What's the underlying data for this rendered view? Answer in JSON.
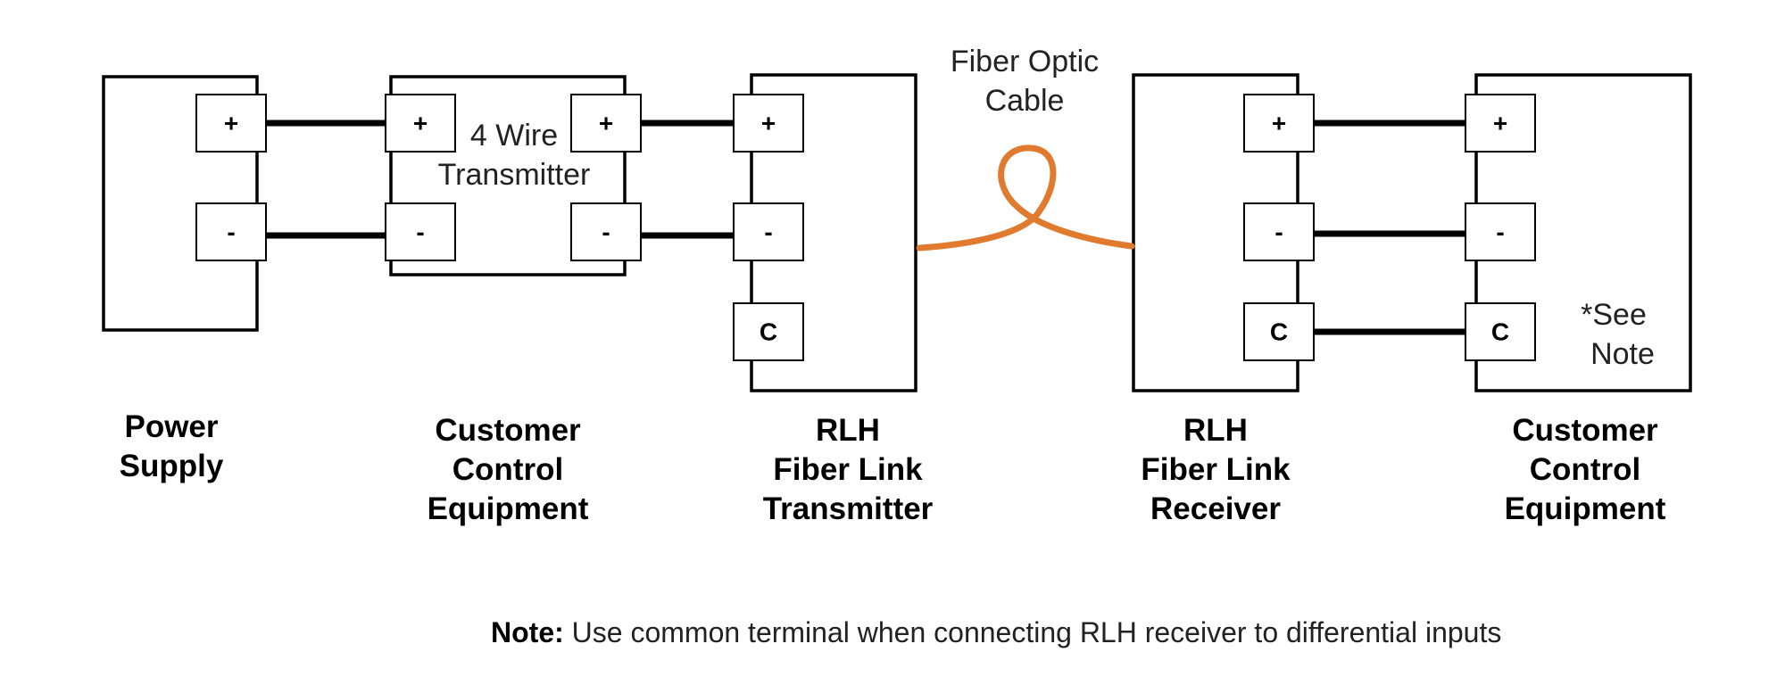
{
  "colors": {
    "fiber": "#E07A2E",
    "line": "#000000",
    "background": "#FFFFFF"
  },
  "fiber_label": [
    "Fiber Optic",
    "Cable"
  ],
  "transmitter_text": [
    "4 Wire",
    "Transmitter"
  ],
  "see_note_text": [
    "*See",
    "Note"
  ],
  "terminals": {
    "plus": "+",
    "minus": "-",
    "common": "C"
  },
  "device_labels": {
    "power_supply": [
      "Power",
      "Supply"
    ],
    "customer_control_left": [
      "Customer",
      "Control",
      "Equipment"
    ],
    "rlh_transmitter": [
      "RLH",
      "Fiber Link",
      "Transmitter"
    ],
    "rlh_receiver": [
      "RLH",
      "Fiber Link",
      "Receiver"
    ],
    "customer_control_right": [
      "Customer",
      "Control",
      "Equipment"
    ]
  },
  "note": {
    "bold": "Note:",
    "text": " Use common terminal when connecting RLH receiver to differential inputs"
  }
}
